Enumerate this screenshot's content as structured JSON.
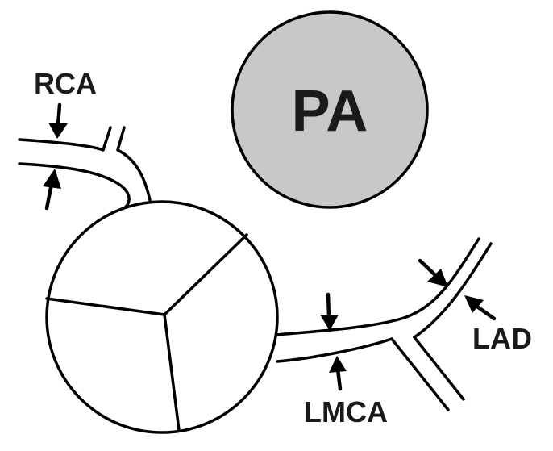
{
  "labels": {
    "pa": "PA",
    "rca": "RCA",
    "lmca": "LMCA",
    "lad": "LAD"
  },
  "colors": {
    "pulmonary_artery_fill": "#c8c8c8",
    "line": "#000000",
    "background": "#ffffff"
  }
}
